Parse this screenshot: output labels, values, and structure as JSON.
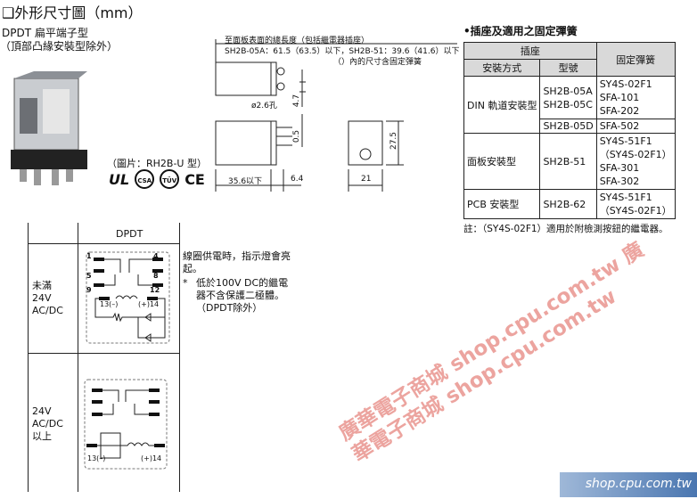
{
  "header": {
    "title": "❑外形尺寸圖（mm）",
    "subtitle1": "DPDT 扁平端子型",
    "subtitle2": "（頂部凸緣安裝型除外）"
  },
  "photo": {
    "caption": "（圖片：RH2B-U 型）",
    "certifications": [
      "UL",
      "CSA",
      "TÜV",
      "CE"
    ]
  },
  "dimensions": {
    "note1": "至面板表面的總長度（包括繼電器插座）",
    "note2": "SH2B-05A：61.5（63.5）以下，SH2B-51：39.6（41.6）以下",
    "note3": "（）內的尺寸含固定彈簧",
    "hole": "ø2.6孔",
    "d47": "4.7",
    "d05": "0.5",
    "d356": "35.6以下",
    "d64": "6.4",
    "d21": "21",
    "d275": "27.5"
  },
  "socket_table": {
    "title": "•插座及適用之固定彈簧",
    "h_socket": "插座",
    "h_mount": "安裝方式",
    "h_model": "型號",
    "h_spring": "固定彈簧",
    "rows": [
      {
        "mount": "DIN 軌道安裝型",
        "model": "SH2B-05A\nSH2B-05C",
        "spring": "SY4S-02F1\nSFA-101\nSFA-202"
      },
      {
        "model": "SH2B-05D",
        "spring": "SFA-502"
      },
      {
        "mount": "面板安裝型",
        "model": "SH2B-51",
        "spring": "SY4S-51F1\n（SY4S-02F1）\nSFA-301\nSFA-302"
      },
      {
        "mount": "PCB 安裝型",
        "model": "SH2B-62",
        "spring": "SY4S-51F1\n（SY4S-02F1）"
      }
    ],
    "note": "註：（SY4S-02F1）適用於附檢測按鈕的繼電器。"
  },
  "circuit_table": {
    "header": "DPDT",
    "row1_label": "未滿\n24V\nAC/DC",
    "row2_label": "24V\nAC/DC\n以上",
    "pins": {
      "p1": "1",
      "p4": "4",
      "p5": "5",
      "p8": "8",
      "p9": "9",
      "p12": "12",
      "p13": "13(–)",
      "p14": "(+)14"
    },
    "note1": "線圈供電時，指示燈會亮起。",
    "note2_mark": "*",
    "note2": "低於100V DC的繼電器不含保護二極體。（DPDT除外）"
  },
  "watermark": "廣華電子商城 shop.cpu.com.tw 廣華電子商城 shop.cpu.com.tw",
  "logo": "shop.cpu.com.tw"
}
